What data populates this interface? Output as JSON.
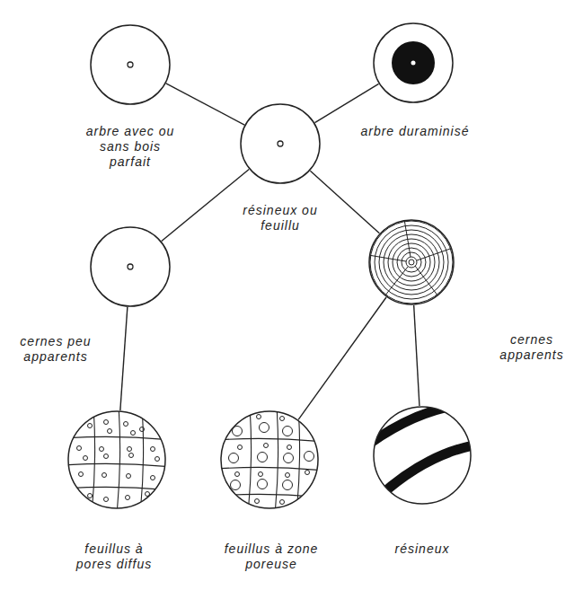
{
  "diagram": {
    "nodes": [
      {
        "text": [
          "arbre avec ou sans bois parfait"
        ]
      },
      {
        "text": [
          "arbre duraminisé"
        ]
      },
      {
        "text": [
          "résineux ou feuillu"
        ]
      },
      {
        "text": [
          "cernes peu apparents"
        ]
      },
      {
        "text": [
          "cernes apparents"
        ]
      },
      {
        "text": [
          "feuillus à pores diffus"
        ]
      },
      {
        "text": [
          "feuillus à zone poreuse"
        ]
      },
      {
        "text": [
          "résineux"
        ]
      }
    ],
    "edges": [
      {
        "from": 2,
        "to": 0,
        "arrow": "none"
      },
      {
        "from": 2,
        "to": 1,
        "arrow": "none"
      },
      {
        "from": 2,
        "to": 3,
        "arrow": "none"
      },
      {
        "from": 2,
        "to": 4,
        "arrow": "none"
      },
      {
        "from": 3,
        "to": 5,
        "arrow": "none"
      },
      {
        "from": 4,
        "to": 6,
        "arrow": "none"
      },
      {
        "from": 4,
        "to": 7,
        "arrow": "none"
      }
    ]
  }
}
